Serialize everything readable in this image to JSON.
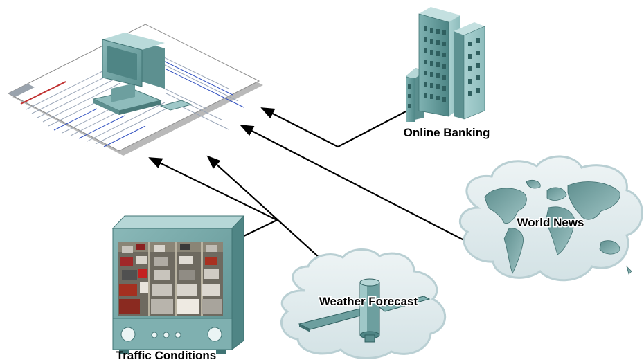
{
  "nodes": {
    "online_banking": {
      "label": "Online Banking",
      "icon": "office-building-icon"
    },
    "world_news": {
      "label": "World News",
      "icon": "world-map-cloud-icon"
    },
    "weather_forecast": {
      "label": "Weather Forecast",
      "icon": "satellite-cloud-icon"
    },
    "traffic_conditions": {
      "label": "Traffic Conditions",
      "icon": "traffic-monitor-icon"
    },
    "client": {
      "icon": "computer-web-page-icon"
    }
  },
  "colors": {
    "teal_light": "#a8cccc",
    "teal_mid": "#6fa3a3",
    "teal_dark": "#3f7373",
    "cloud_fill": "#dfeaec",
    "cloud_edge": "#b9cfd3",
    "arrow": "#000000"
  }
}
